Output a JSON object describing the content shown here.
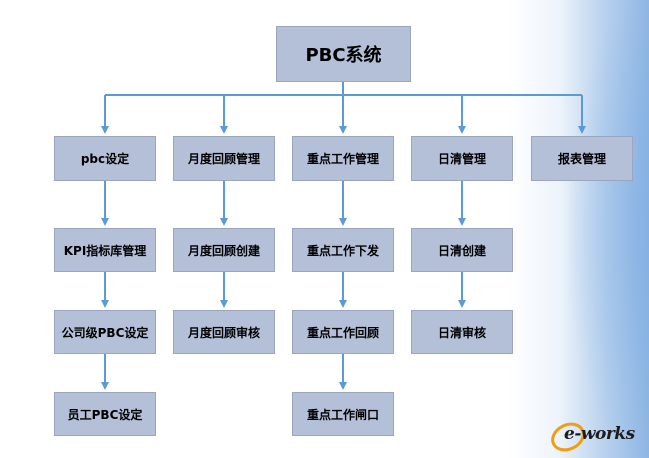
{
  "diagram": {
    "root": "PBC系统",
    "branches": [
      {
        "title": "pbc设定",
        "children": [
          "KPI指标库管理",
          "公司级PBC设定",
          "员工PBC设定"
        ]
      },
      {
        "title": "月度回顾管理",
        "children": [
          "月度回顾创建",
          "月度回顾审核"
        ]
      },
      {
        "title": "重点工作管理",
        "children": [
          "重点工作下发",
          "重点工作回顾",
          "重点工作闸口"
        ]
      },
      {
        "title": "日清管理",
        "children": [
          "日清创建",
          "日清审核"
        ]
      },
      {
        "title": "报表管理",
        "children": []
      }
    ]
  },
  "colors": {
    "box_fill": "#b4c0d8",
    "box_border": "#9ba5bd",
    "connector": "#5b9bd5",
    "logo_orange": "#f39c12"
  },
  "logo": {
    "text": "e-works"
  }
}
